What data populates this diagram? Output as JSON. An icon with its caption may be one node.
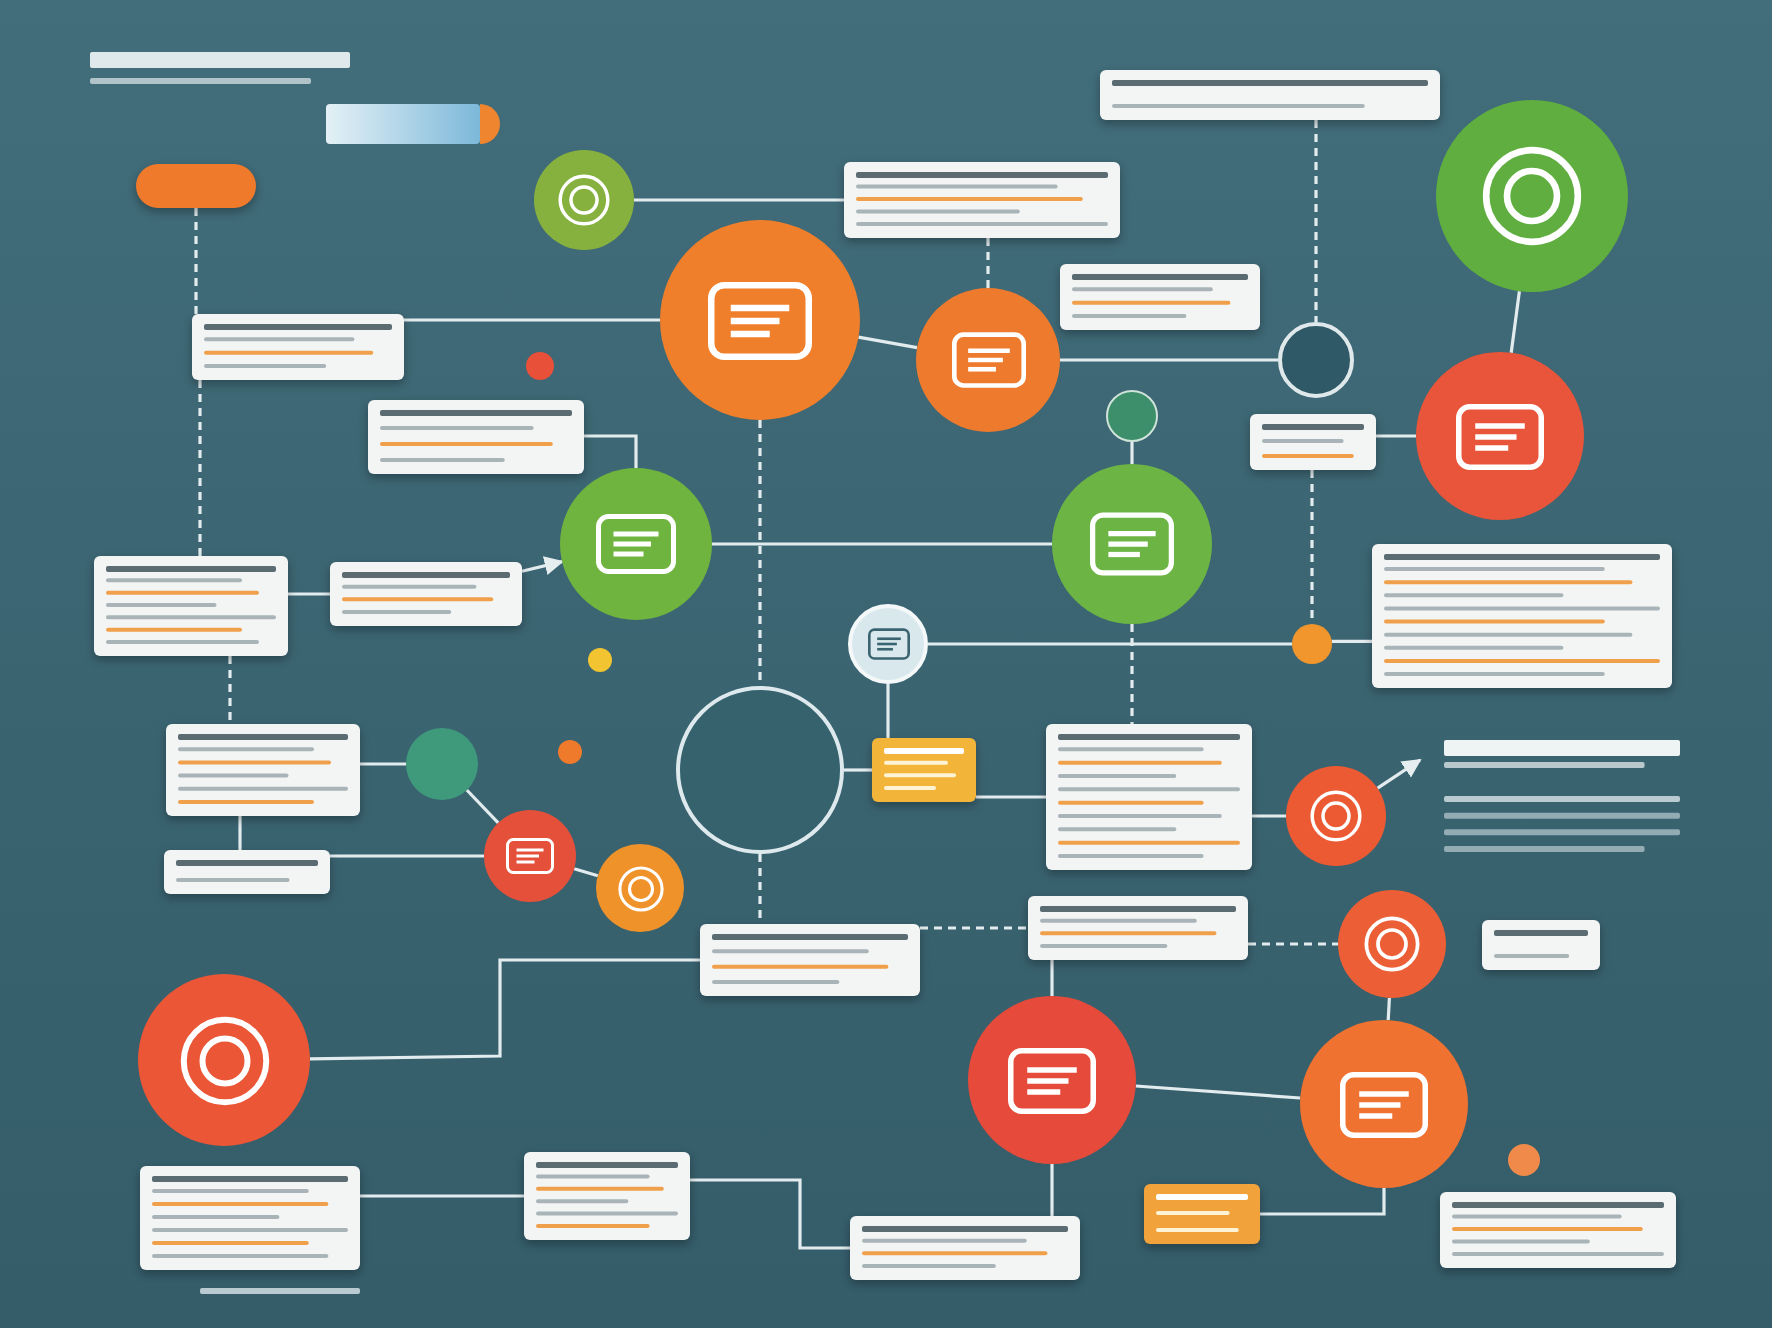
{
  "diagram": {
    "nodes": [
      {
        "text": [],
        "shape": "circle"
      },
      {
        "text": [],
        "shape": "circle"
      },
      {
        "text": [],
        "shape": "circle"
      },
      {
        "text": [],
        "shape": "circle"
      },
      {
        "text": [],
        "shape": "circle"
      },
      {
        "text": [],
        "shape": "circle"
      },
      {
        "text": [],
        "shape": "circle"
      },
      {
        "text": [],
        "shape": "circle"
      },
      {
        "text": [],
        "shape": "circle"
      },
      {
        "text": [],
        "shape": "circle"
      },
      {
        "text": [],
        "shape": "circle"
      },
      {
        "text": [],
        "shape": "circle"
      },
      {
        "text": [],
        "shape": "circle"
      },
      {
        "text": [],
        "shape": "circle"
      },
      {
        "text": [],
        "shape": "circle"
      },
      {
        "text": [],
        "shape": "circle"
      },
      {
        "text": [],
        "shape": "circle"
      },
      {
        "text": [],
        "shape": "circle"
      },
      {
        "text": [],
        "shape": "circle"
      },
      {
        "text": [],
        "shape": "circle"
      },
      {
        "text": [],
        "shape": "box"
      },
      {
        "text": [],
        "shape": "box"
      },
      {
        "text": [],
        "shape": "box"
      },
      {
        "text": [],
        "shape": "box"
      },
      {
        "text": [],
        "shape": "box"
      },
      {
        "text": [],
        "shape": "box"
      },
      {
        "text": [],
        "shape": "box"
      },
      {
        "text": [],
        "shape": "box"
      },
      {
        "text": [],
        "shape": "box"
      },
      {
        "text": [],
        "shape": "box"
      },
      {
        "text": [],
        "shape": "box"
      },
      {
        "text": [],
        "shape": "box"
      },
      {
        "text": [],
        "shape": "box"
      },
      {
        "text": [],
        "shape": "box"
      },
      {
        "text": [],
        "shape": "box"
      },
      {
        "text": [],
        "shape": "box"
      },
      {
        "text": [],
        "shape": "box"
      },
      {
        "text": [],
        "shape": "box"
      },
      {
        "text": [],
        "shape": "box"
      },
      {
        "text": [],
        "shape": "box"
      },
      {
        "text": [],
        "shape": "box"
      },
      {
        "text": [],
        "shape": "bar"
      },
      {
        "text": [],
        "shape": "box"
      }
    ],
    "edges": [
      {
        "from": 42,
        "to": 22,
        "arrow": "none",
        "style": "dashed"
      },
      {
        "from": 22,
        "to": 1,
        "arrow": "none"
      },
      {
        "from": 0,
        "to": 21,
        "arrow": "none"
      },
      {
        "from": 21,
        "to": 2,
        "arrow": "none",
        "style": "dashed"
      },
      {
        "from": 1,
        "to": 2,
        "arrow": "none"
      },
      {
        "from": 2,
        "to": 18,
        "arrow": "none"
      },
      {
        "from": 20,
        "to": 18,
        "arrow": "none",
        "style": "dashed"
      },
      {
        "from": 22,
        "to": 26,
        "arrow": "none",
        "style": "dashed"
      },
      {
        "from": 26,
        "to": 27,
        "arrow": "none"
      },
      {
        "from": 27,
        "to": 5,
        "arrow": "to"
      },
      {
        "from": 24,
        "to": 5,
        "arrow": "none"
      },
      {
        "from": 5,
        "to": 6,
        "arrow": "none"
      },
      {
        "from": 19,
        "to": 6,
        "arrow": "none"
      },
      {
        "from": 1,
        "to": 9,
        "arrow": "none",
        "style": "dashed"
      },
      {
        "from": 7,
        "to": 31,
        "arrow": "none"
      },
      {
        "from": 7,
        "to": 8,
        "arrow": "none"
      },
      {
        "from": 25,
        "to": 8,
        "arrow": "none",
        "style": "dashed"
      },
      {
        "from": 25,
        "to": 4,
        "arrow": "none"
      },
      {
        "from": 3,
        "to": 4,
        "arrow": "none"
      },
      {
        "from": 8,
        "to": 28,
        "arrow": "none"
      },
      {
        "from": 26,
        "to": 29,
        "arrow": "none",
        "style": "dashed"
      },
      {
        "from": 29,
        "to": 10,
        "arrow": "none"
      },
      {
        "from": 29,
        "to": 30,
        "arrow": "none"
      },
      {
        "from": 30,
        "to": 11,
        "arrow": "none"
      },
      {
        "from": 10,
        "to": 11,
        "arrow": "none"
      },
      {
        "from": 11,
        "to": 12,
        "arrow": "none"
      },
      {
        "from": 9,
        "to": 31,
        "arrow": "none"
      },
      {
        "from": 31,
        "to": 32,
        "arrow": "none"
      },
      {
        "from": 6,
        "to": 32,
        "arrow": "none",
        "style": "dashed"
      },
      {
        "from": 32,
        "to": 13,
        "arrow": "none"
      },
      {
        "from": 13,
        "to": null,
        "arrow": "to"
      },
      {
        "from": 9,
        "to": 33,
        "arrow": "none",
        "style": "dashed"
      },
      {
        "from": 33,
        "to": 34,
        "arrow": "none",
        "style": "dashed"
      },
      {
        "from": 34,
        "to": 14,
        "arrow": "none",
        "style": "dashed"
      },
      {
        "from": 34,
        "to": 15,
        "arrow": "none"
      },
      {
        "from": 14,
        "to": 16,
        "arrow": "none"
      },
      {
        "from": 15,
        "to": 16,
        "arrow": "none"
      },
      {
        "from": 15,
        "to": 38,
        "arrow": "none"
      },
      {
        "from": 17,
        "to": 33,
        "arrow": "none"
      },
      {
        "from": 36,
        "to": 37,
        "arrow": "none"
      },
      {
        "from": 37,
        "to": 38,
        "arrow": "none"
      },
      {
        "from": 39,
        "to": 16,
        "arrow": "none"
      }
    ]
  }
}
